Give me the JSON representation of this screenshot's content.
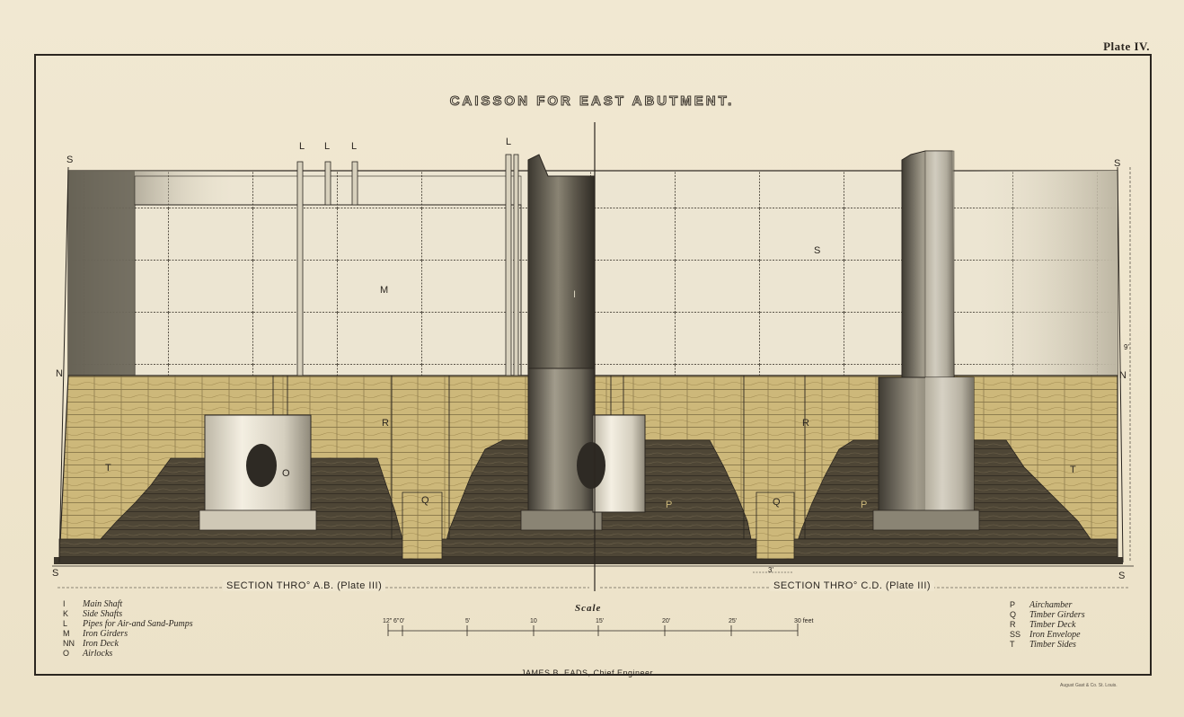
{
  "plate": "Plate IV.",
  "title": "CAISSON FOR EAST ABUTMENT.",
  "sections": {
    "left": "SECTION THRO° A.B. (Plate III)",
    "right": "SECTION THRO° C.D. (Plate III)"
  },
  "labels": {
    "L": "L",
    "S": "S",
    "N": "N",
    "M": "M",
    "I": "I",
    "R": "R",
    "T": "T",
    "O": "O",
    "P": "P",
    "Q": "Q",
    "three_ft": "3'",
    "side_dim": "9'"
  },
  "legend_left": [
    {
      "code": "I",
      "text": "Main Shaft"
    },
    {
      "code": "K",
      "text": "Side Shafts"
    },
    {
      "code": "L",
      "text": "Pipes for Air-and Sand-Pumps"
    },
    {
      "code": "M",
      "text": "Iron Girders"
    },
    {
      "code": "NN",
      "text": "Iron Deck"
    },
    {
      "code": "O",
      "text": "Airlocks"
    }
  ],
  "legend_right": [
    {
      "code": "P",
      "text": "Airchamber"
    },
    {
      "code": "Q",
      "text": "Timber Girders"
    },
    {
      "code": "R",
      "text": "Timber Deck"
    },
    {
      "code": "SS",
      "text": "Iron Envelope"
    },
    {
      "code": "T",
      "text": "Timber Sides"
    }
  ],
  "scale": {
    "label": "Scale",
    "ticks": [
      "12\"",
      "6\"",
      "0'",
      "5'",
      "10",
      "15'",
      "20'",
      "25'",
      "30 feet"
    ]
  },
  "engineer": "JAMES B. EADS, Chief Engineer",
  "printer": "August Gast & Co. St. Louis.",
  "colors": {
    "paper": "#efe6cf",
    "ink": "#2b2620",
    "timber": "#cdb87a",
    "dark_timber": "#4a4233",
    "iron_plate": "#ece5d2",
    "dark_iron": "#6b6656"
  }
}
